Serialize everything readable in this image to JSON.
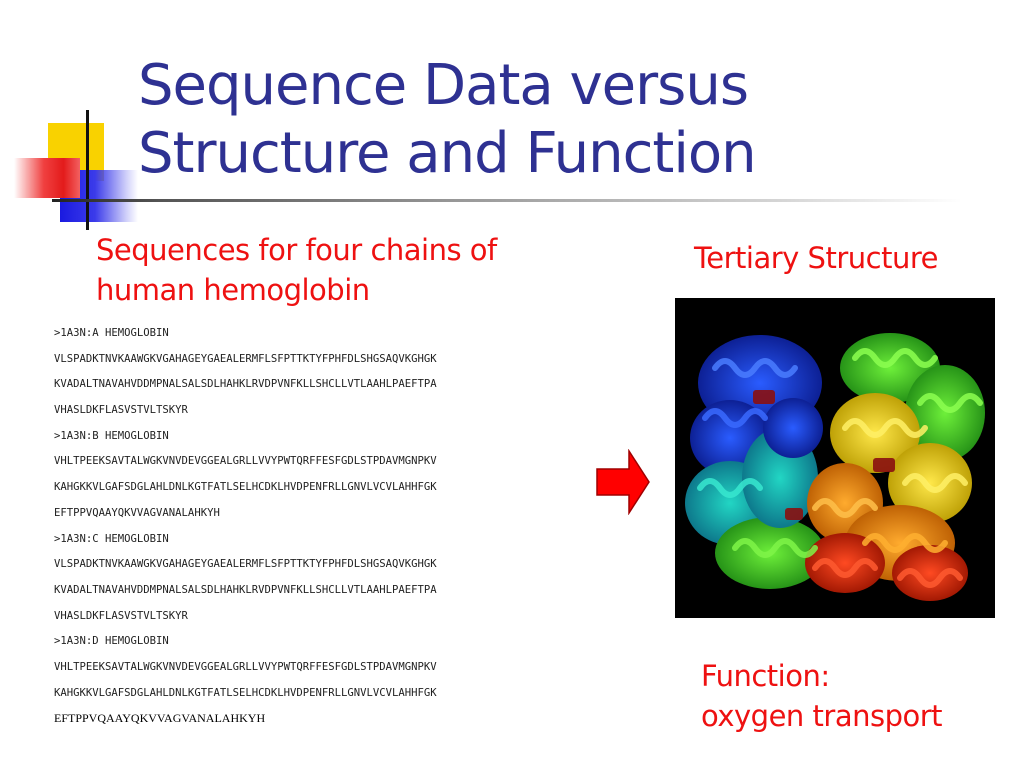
{
  "slide": {
    "title_lines": [
      "Sequence Data versus",
      "Structure and Function"
    ],
    "left_heading_lines": [
      "Sequences for four chains of",
      "human hemoglobin"
    ],
    "sequence_lines": [
      ">1A3N:A HEMOGLOBIN",
      "VLSPADKTNVKAAWGKVGAHAGEYGAEALERMFLSFPTTKTYFPHFDLSHGSAQVKGHGK",
      "KVADALTNAVAHVDDMPNALSALSDLHAHKLRVDPVNFKLLSHCLLVTLAAHLPAEFTPA",
      "VHASLDKFLASVSTVLTSKYR",
      ">1A3N:B HEMOGLOBIN",
      "VHLTPEEKSAVTALWGKVNVDEVGGEALGRLLVVYPWTQRFFESFGDLSTPDAVMGNPKV",
      "KAHGKKVLGAFSDGLAHLDNLKGTFATLSELHCDKLHVDPENFRLLGNVLVCVLAHHFGK",
      "EFTPPVQAAYQKVVAGVANALAHKYH",
      ">1A3N:C HEMOGLOBIN",
      "VLSPADKTNVKAAWGKVGAHAGEYGAEALERMFLSFPTTKTYFPHFDLSHGSAQVKGHGK",
      "KVADALTNAVAHVDDMPNALSALSDLHAHKLRVDPVNFKLLSHCLLVTLAAHLPAEFTPA",
      "VHASLDKFLASVSTVLTSKYR",
      ">1A3N:D HEMOGLOBIN",
      "VHLTPEEKSAVTALWGKVNVDEVGGEALGRLLVVYPWTQRFFESFGDLSTPDAVMGNPKV",
      "KAHGKKVLGAFSDGLAHLDNLKGTFATLSELHCDKLHVDPENFRLLGNVLVCVLAHHFGK",
      "EFTPPVQAAYQKVVAGVANALAHKYH"
    ],
    "right_label": "Tertiary Structure",
    "function_lines": [
      "Function:",
      "oxygen transport"
    ]
  },
  "colors": {
    "title": "#2e3192",
    "accent_red": "#ee1111",
    "arrow_fill": "#ff0000",
    "deco_yellow": "#f9d200",
    "deco_blue": "#1a1ae0",
    "structure_background": "#000000"
  },
  "icons": {
    "arrow": "right-arrow-icon",
    "structure_image": "hemoglobin-ribbon-structure"
  }
}
